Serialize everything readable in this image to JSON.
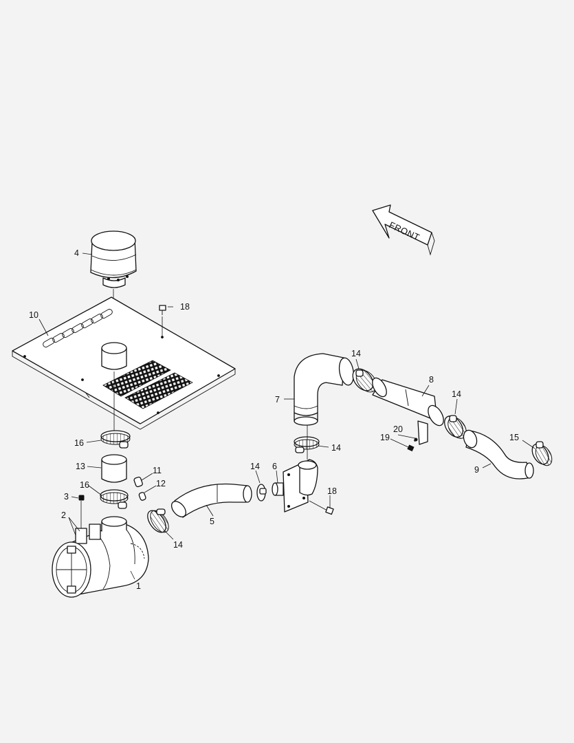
{
  "front_label": "FRONT",
  "callouts": {
    "c1": "1",
    "c2": "2",
    "c3": "3",
    "c4": "4",
    "c5": "5",
    "c6": "6",
    "c7": "7",
    "c8": "8",
    "c9": "9",
    "c10": "10",
    "c11": "11",
    "c12": "12",
    "c13": "13",
    "c14a": "14",
    "c14b": "14",
    "c14c": "14",
    "c14d": "14",
    "c14e": "14",
    "c15": "15",
    "c16a": "16",
    "c16b": "16",
    "c18a": "18",
    "c18b": "18",
    "c19": "19",
    "c20": "20"
  }
}
